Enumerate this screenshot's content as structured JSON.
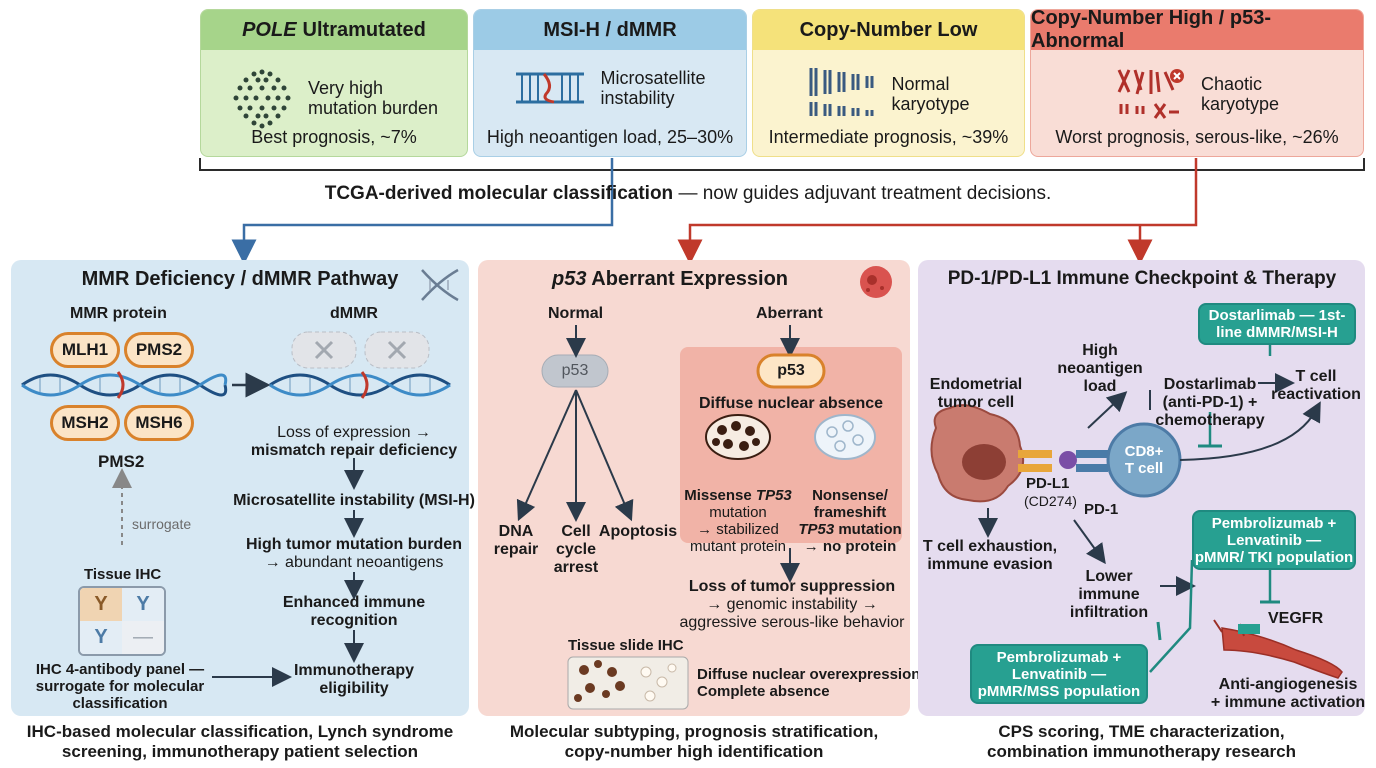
{
  "subtypes": [
    {
      "title": "Ultramutated",
      "title_em": "POLE",
      "icon_text": "Very high\nmutation burden",
      "foot": "Best prognosis, ~7%"
    },
    {
      "title": "MSI-H / dMMR",
      "title_em": "",
      "icon_text": "Microsatellite\ninstability",
      "foot": "High neoantigen load, 25–30%"
    },
    {
      "title": "Copy-Number Low",
      "title_em": "",
      "icon_text": "Normal\nkaryotype",
      "foot": "Intermediate prognosis, ~39%"
    },
    {
      "title": "Copy-Number High / p53-Abnormal",
      "title_em": "",
      "icon_text": "Chaotic\nkaryotype",
      "foot": "Worst prognosis, serous-like, ~26%"
    }
  ],
  "classification": {
    "bold": "TCGA-derived molecular classification",
    "rest": " — now guides adjuvant treatment decisions."
  },
  "mmr": {
    "title": "MMR Deficiency / dMMR Pathway",
    "protein_label": "MMR protein",
    "dmmr_label": "dMMR",
    "proteins": [
      "MLH1",
      "PMS2",
      "MSH2",
      "MSH6"
    ],
    "pms2_label": "PMS2",
    "surrogate": "surrogate",
    "tissue_ihc": "Tissue IHC",
    "panel_text": "IHC 4-antibody panel —\nsurrogate for molecular\nclassification",
    "loss_line1": "Loss of expression →",
    "loss_line2": "mismatch repair deficiency",
    "msi": "Microsatellite instability (MSI-H)",
    "tmb_line1": "High tumor mutation burden",
    "tmb_line2": "→ abundant neoantigens",
    "immune": "Enhanced immune\nrecognition",
    "eligibility": "Immunotherapy\neligibility",
    "footer": "IHC-based molecular classification, Lynch syndrome\nscreening, immunotherapy patient selection"
  },
  "p53": {
    "title_em": "p53",
    "title": "Aberrant Expression",
    "normal": "Normal",
    "aberrant": "Aberrant",
    "p53_label": "p53",
    "outcomes": [
      "DNA\nrepair",
      "Cell\ncycle\narrest",
      "Apoptosis"
    ],
    "diffuse": "Diffuse nuclear absence",
    "missense_a": "Missense ",
    "missense_em": "TP53",
    "missense_b": "\nmutation\n→ stabilized\nmutant protein",
    "nonsense_a": "Nonsense/\nframeshift\n",
    "nonsense_em": "TP53",
    "nonsense_b": " mutation\n→ no protein",
    "loss_line1": "Loss of tumor suppression",
    "loss_line2": "→ genomic instability →\naggressive serous-like behavior",
    "slide_label": "Tissue slide IHC",
    "slide_text": "Diffuse nuclear overexpression\nComplete absence",
    "footer": "Molecular subtyping, prognosis stratification,\ncopy-number high identification"
  },
  "pd1": {
    "title": "PD-1/PD-L1 Immune Checkpoint & Therapy",
    "dostarlimab_box": "Dostarlimab — 1st-\nline dMMR/MSI-H",
    "tumor_cell": "Endometrial\ntumor cell",
    "high_neo": "High\nneoantigen\nload",
    "combo": "Dostarlimab\n(anti-PD-1) +\nchemotherapy",
    "reactivation": "T cell\nreactivation",
    "cd8": "CD8+\nT cell",
    "pdl1": "PD-L1",
    "cd274": "(CD274)",
    "pd1": "PD-1",
    "exhaustion": "T cell exhaustion,\nimmune evasion",
    "lower": "Lower\nimmune\ninfiltration",
    "pembro_tki": "Pembrolizumab +\nLenvatinib —\npMMR/ TKI population",
    "vegfr": "VEGFR",
    "pembro_mss": "Pembrolizumab +\nLenvatinib —\npMMR/MSS population",
    "angio": "Anti-angiogenesis\n+ immune activation",
    "footer": "CPS scoring, TME characterization,\ncombination immunotherapy research"
  },
  "colors": {
    "green": "#dcefc9",
    "green_head": "#a6d48a",
    "blue": "#d8e8f3",
    "blue_head": "#9ccbe6",
    "yellow": "#fbf3cf",
    "yellow_head": "#f5e27a",
    "red": "#f9ddd6",
    "red_head": "#ea7b6d",
    "mmr_panel": "#d7e8f3",
    "p53_panel": "#f7d9d2",
    "pd1_panel": "#e5dcef",
    "teal": "#27a091",
    "arrow_blue": "#3a6ea5",
    "arrow_red": "#c0392b"
  }
}
